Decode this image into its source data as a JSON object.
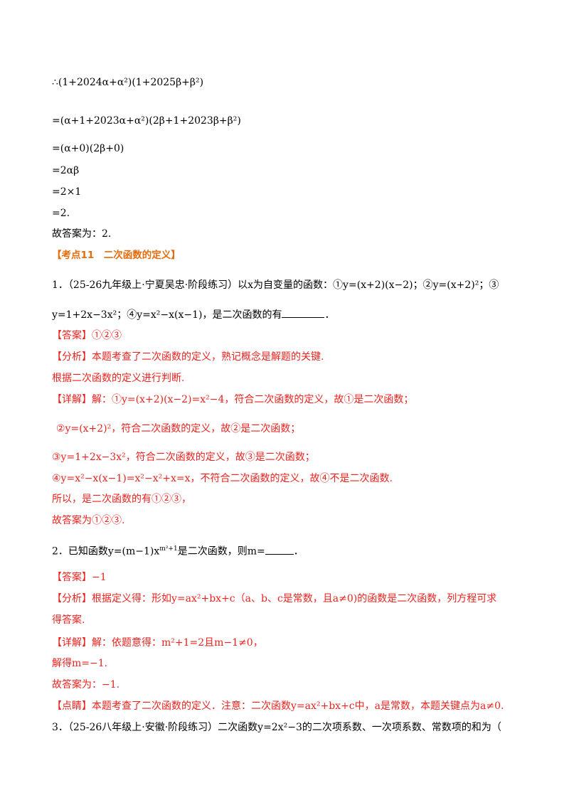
{
  "lines": [
    {
      "id": "l1",
      "text": "∴(1+2024α+α²)(1+2025β+β²)"
    },
    {
      "id": "l2",
      "text": "=(α+1+2023α+α²)(2β+1+2023β+β²)"
    },
    {
      "id": "l3",
      "text": "=(α+0)(2β+0)"
    },
    {
      "id": "l4",
      "text": "=2αβ"
    },
    {
      "id": "l5",
      "text": "=2×1"
    },
    {
      "id": "l6",
      "text": "=2."
    },
    {
      "id": "l7",
      "text": "故答案为：2."
    }
  ],
  "section_title": "【考点11　二次函数的定义】",
  "q1": {
    "line1": "1．（25-26九年级上·宁夏吴忠·阶段练习）以x为自变量的函数：①y=(x+2)(x−2)；②y=(x+2)²；③",
    "line2_pre": "y=1+2x−3x²；④y=x²−x(x−1)，是二次函数的有",
    "line2_post": "．",
    "answer": "【答案】①②③",
    "analysis1": "【分析】本题考查了二次函数的定义，熟记概念是解题的关键.",
    "analysis2": "根据二次函数的定义进行判断.",
    "detail1": "【详解】解：①y=(x+2)(x−2)=x²−4，符合二次函数的定义，故①是二次函数；",
    "detail2": "②y=(x+2)²，符合二次函数的定义，故②是二次函数；",
    "detail3": "③y=1+2x−3x²，符合二次函数的定义，故③是二次函数；",
    "detail4": "④y=x²−x(x−1)=x²−x²+x=x，不符合二次函数的定义，故④不是二次函数.",
    "detail5": "所以，是二次函数的有①②③，",
    "final": "故答案为①②③."
  },
  "q2": {
    "line1_pre": "2．已知函数y=(m−1)x",
    "line1_sup": "m²+1",
    "line1_mid": "是二次函数，则m=",
    "line1_post": "．",
    "answer": "【答案】−1",
    "analysis1": "【分析】根据定义得：形如y=ax²+bx+c（a、b、c是常数，且a≠0)的函数是二次函数，列方程可求",
    "analysis2": "得答案.",
    "detail1": "【详解】解：依题意得：m²+1=2且m−1≠0，",
    "detail2": "解得m=−1.",
    "final": "故答案为：−1.",
    "comment": "【点睛】本题考查了二次函数的定义．注意：二次函数y=ax²+bx+c中，a是常数，本题关键点为a≠0."
  },
  "q3": {
    "line1": "3．（25-26八年级上·安徽·阶段练习）二次函数y=2x²−3的二次项系数、一次项系数、常数项的和为（"
  }
}
